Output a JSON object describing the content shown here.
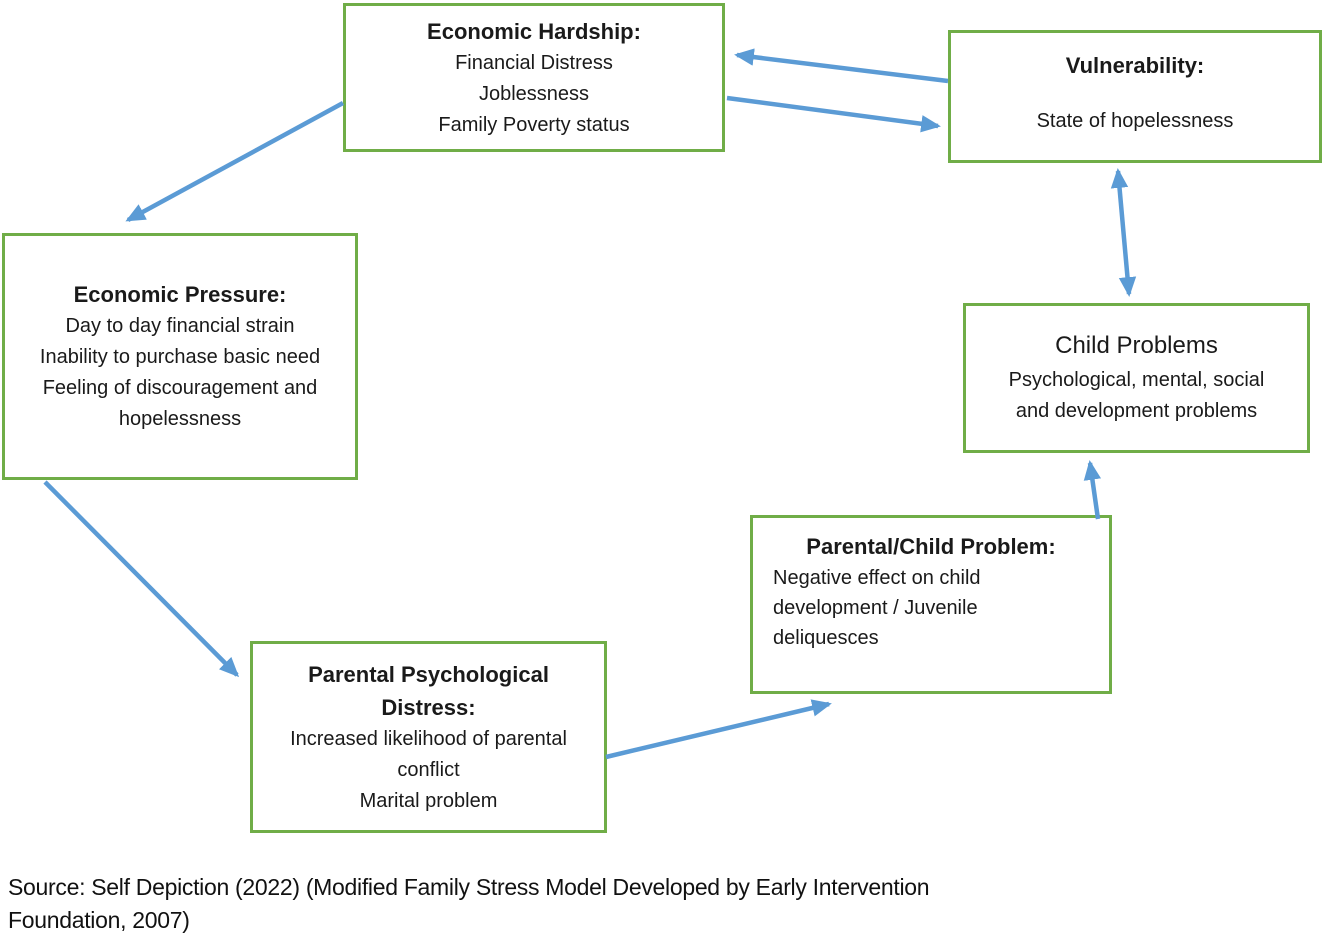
{
  "diagram": {
    "title": "Modified Family Stress Model",
    "colors": {
      "box_border": "#70AD47",
      "arrow": "#5B9BD5",
      "background": "#ffffff",
      "text": "#1a1a1a"
    },
    "boxes": [
      {
        "id": "economic-hardship",
        "title": "Economic Hardship:",
        "lines": [
          "Financial Distress",
          "Joblessness",
          "Family Poverty status"
        ]
      },
      {
        "id": "vulnerability",
        "title": "Vulnerability:",
        "lines": [
          "State of hopelessness"
        ]
      },
      {
        "id": "economic-pressure",
        "title": "Economic Pressure:",
        "lines": [
          "Day to day financial strain",
          "Inability to purchase basic need",
          "Feeling of discouragement and",
          "hopelessness"
        ]
      },
      {
        "id": "child-problems",
        "title": "Child Problems",
        "lines": [
          "Psychological, mental, social",
          "and development problems"
        ]
      },
      {
        "id": "parental-child-problem",
        "title": "Parental/Child Problem:",
        "lines": [
          "Negative effect on child",
          "development / Juvenile",
          "deliquesces"
        ]
      },
      {
        "id": "parental-psychological-distress",
        "title_line1": "Parental Psychological",
        "title_line2": "Distress:",
        "lines": [
          "Increased likelihood of parental",
          "conflict",
          "Marital problem"
        ]
      }
    ],
    "arrows": [
      {
        "from": "vulnerability",
        "to": "economic-hardship",
        "bidirectional": false
      },
      {
        "from": "economic-hardship",
        "to": "vulnerability",
        "bidirectional": false
      },
      {
        "from": "economic-hardship",
        "to": "economic-pressure",
        "bidirectional": false
      },
      {
        "from": "economic-pressure",
        "to": "parental-psychological-distress",
        "bidirectional": false
      },
      {
        "from": "parental-psychological-distress",
        "to": "parental-child-problem",
        "bidirectional": false
      },
      {
        "from": "parental-child-problem",
        "to": "child-problems",
        "bidirectional": false
      },
      {
        "from": "vulnerability",
        "to": "child-problems",
        "bidirectional": true
      }
    ],
    "source_line1": "Source: Self Depiction (2022) (Modified Family Stress Model Developed by Early Intervention",
    "source_line2": "Foundation, 2007)"
  }
}
